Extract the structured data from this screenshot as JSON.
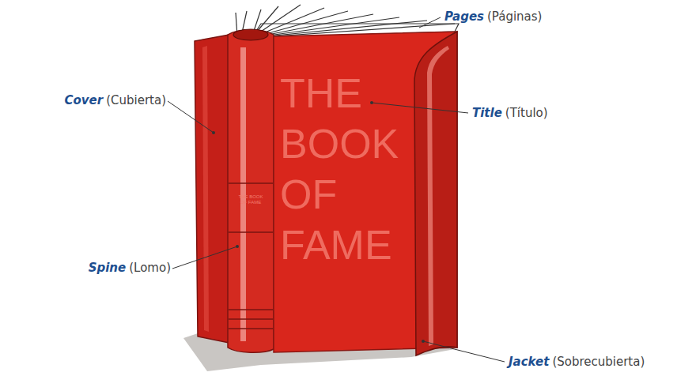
{
  "diagram": {
    "labels": [
      "Pages",
      "(Páginas)",
      "Cover",
      "(Cubierta)",
      "Title",
      "(Título)",
      "Spine",
      "(Lomo)",
      "Jacket",
      "(Sobrecubierta)",
      "THE",
      "BOOK",
      "OF",
      "FAME",
      "THE BOOK OF FAME"
    ]
  }
}
